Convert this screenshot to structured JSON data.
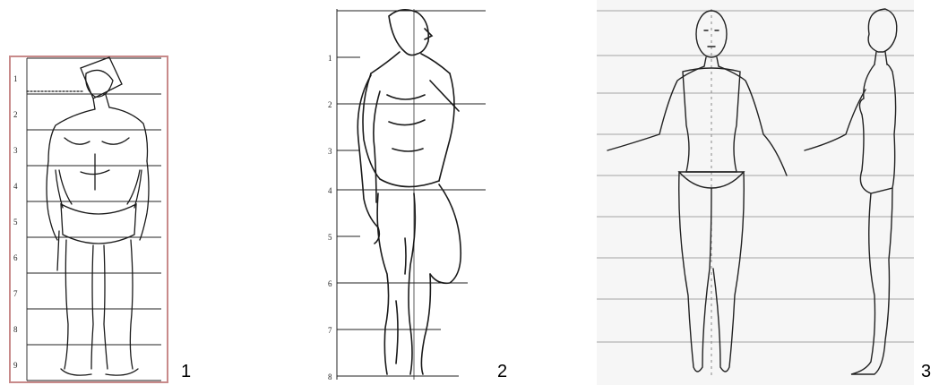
{
  "figures": [
    {
      "number": "1",
      "scale_labels": [
        "1",
        "2",
        "3",
        "4",
        "5",
        "6",
        "7",
        "8",
        "9"
      ]
    },
    {
      "number": "2",
      "scale_labels": [
        "1",
        "2",
        "3",
        "4",
        "5",
        "6",
        "7",
        "8"
      ]
    },
    {
      "number": "3"
    }
  ],
  "colors": {
    "ink": "#1a1a1a",
    "frame1": "#c88a8a",
    "guides3": "#b5b5b5",
    "paper3": "#f6f6f6"
  }
}
